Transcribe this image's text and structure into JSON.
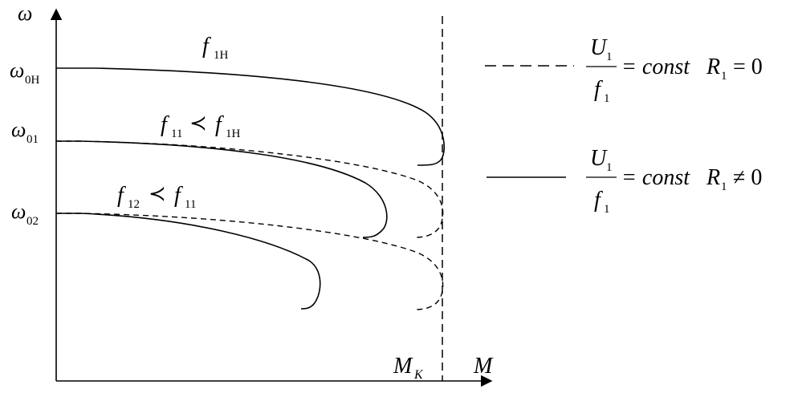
{
  "axes": {
    "y_label": "ω",
    "x_label": "M",
    "mk_label": "M",
    "mk_sub": "K"
  },
  "y_ticks": [
    {
      "sym": "ω",
      "sub": "0H"
    },
    {
      "sym": "ω",
      "sub": "01"
    },
    {
      "sym": "ω",
      "sub": "02"
    }
  ],
  "curve_labels": {
    "top": {
      "f": "f",
      "sub": "1H"
    },
    "mid": {
      "f1": "f",
      "sub1": "11",
      "rel": "≺",
      "f2": "f",
      "sub2": "1H"
    },
    "low": {
      "f1": "f",
      "sub1": "12",
      "rel": "≺",
      "f2": "f",
      "sub2": "11"
    }
  },
  "legend": [
    {
      "line_style": "dashed",
      "num": "U",
      "num_sub": "1",
      "den": "f",
      "den_sub": "1",
      "eq": "= const",
      "cond_var": "R",
      "cond_sub": "1",
      "cond_rel": "= 0"
    },
    {
      "line_style": "solid",
      "num": "U",
      "num_sub": "1",
      "den": "f",
      "den_sub": "1",
      "eq": "= const",
      "cond_var": "R",
      "cond_sub": "1",
      "cond_rel": "≠ 0"
    }
  ]
}
